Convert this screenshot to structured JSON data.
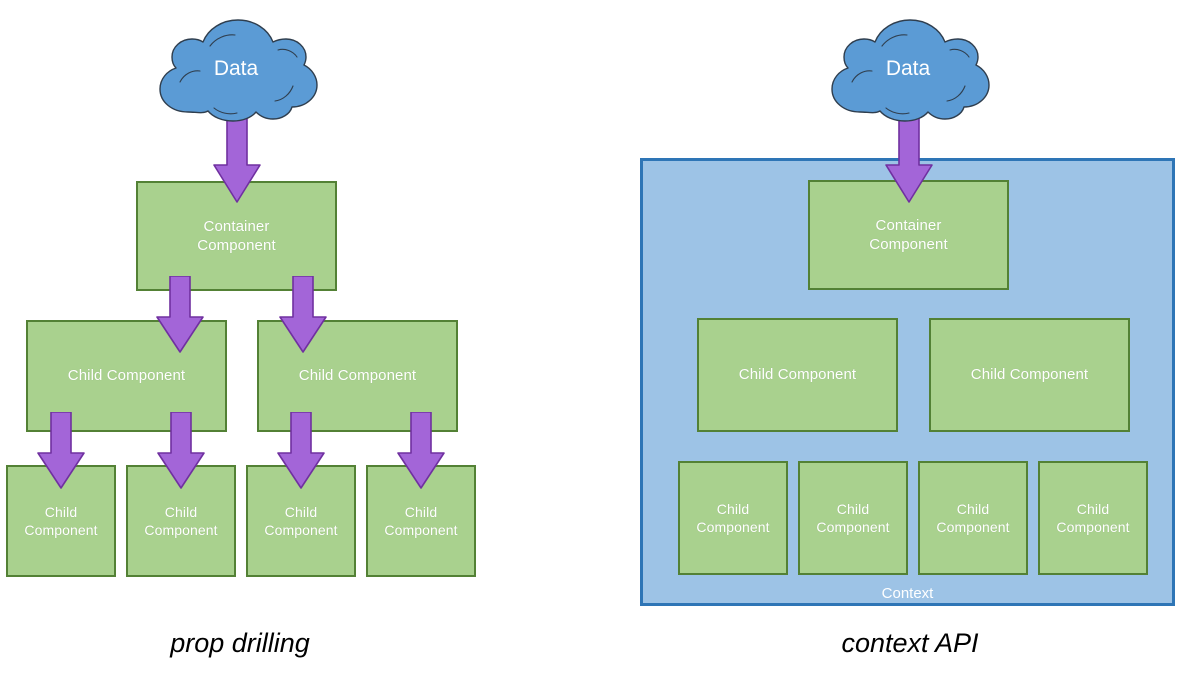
{
  "diagram": {
    "title_left": "prop drilling",
    "title_right": "context API",
    "colors": {
      "component_fill": "#A9D18E",
      "component_border": "#538135",
      "context_fill": "#9DC3E6",
      "context_border": "#2E75B6",
      "cloud_fill": "#5B9BD5",
      "cloud_border": "#2C3E50",
      "arrow_fill": "#A365D8",
      "arrow_border": "#7030A0",
      "text_on_shape": "#FFFFFF",
      "caption_text": "#000000"
    }
  },
  "left_panel": {
    "caption": "prop drilling",
    "cloud": {
      "label": "Data",
      "icon": "cloud-icon"
    },
    "container": {
      "label": "Container\nComponent"
    },
    "middle_children": [
      {
        "label": "Child Component"
      },
      {
        "label": "Child Component"
      }
    ],
    "leaf_children": [
      {
        "label": "Child\nComponent"
      },
      {
        "label": "Child\nComponent"
      },
      {
        "label": "Child\nComponent"
      },
      {
        "label": "Child\nComponent"
      }
    ],
    "arrows": [
      {
        "name": "arrow-data-to-container"
      },
      {
        "name": "arrow-container-to-child-1"
      },
      {
        "name": "arrow-container-to-child-2"
      },
      {
        "name": "arrow-child-1-to-leaf-1"
      },
      {
        "name": "arrow-child-1-to-leaf-2"
      },
      {
        "name": "arrow-child-2-to-leaf-3"
      },
      {
        "name": "arrow-child-2-to-leaf-4"
      }
    ]
  },
  "right_panel": {
    "caption": "context API",
    "cloud": {
      "label": "Data",
      "icon": "cloud-icon"
    },
    "context": {
      "label": "Context"
    },
    "container": {
      "label": "Container\nComponent"
    },
    "middle_children": [
      {
        "label": "Child Component"
      },
      {
        "label": "Child Component"
      }
    ],
    "leaf_children": [
      {
        "label": "Child\nComponent"
      },
      {
        "label": "Child\nComponent"
      },
      {
        "label": "Child\nComponent"
      },
      {
        "label": "Child\nComponent"
      }
    ],
    "arrows": [
      {
        "name": "arrow-data-to-context"
      }
    ]
  }
}
